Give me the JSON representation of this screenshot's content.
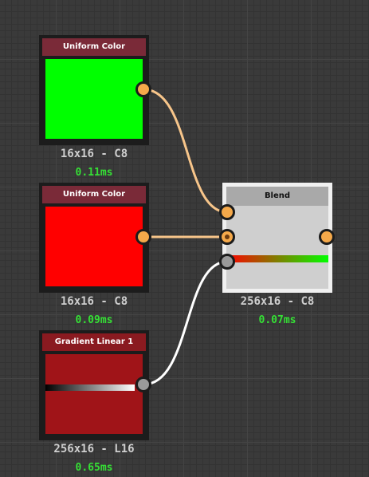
{
  "nodes": {
    "uniform_green": {
      "title": "Uniform Color",
      "resolution": "16x16 - C8",
      "time": "0.11ms",
      "color": "#00ff00",
      "header_color": "#7a2a38"
    },
    "uniform_red": {
      "title": "Uniform Color",
      "resolution": "16x16 - C8",
      "time": "0.09ms",
      "color": "#ff0000",
      "header_color": "#7a2a38"
    },
    "gradient_linear": {
      "title": "Gradient Linear 1",
      "resolution": "256x16 - L16",
      "time": "0.65ms",
      "color": "#a01418",
      "header_color": "#8a1a20"
    },
    "blend": {
      "title": "Blend",
      "resolution": "256x16 - C8",
      "time": "0.07ms",
      "header_color": "#a9a9a9"
    }
  },
  "colors": {
    "port_orange": "#f5a94a",
    "port_grey": "#9a9a9a",
    "wire_color": "#f7c58a",
    "wire_grey": "#ffffff",
    "time_green": "#35e035"
  }
}
